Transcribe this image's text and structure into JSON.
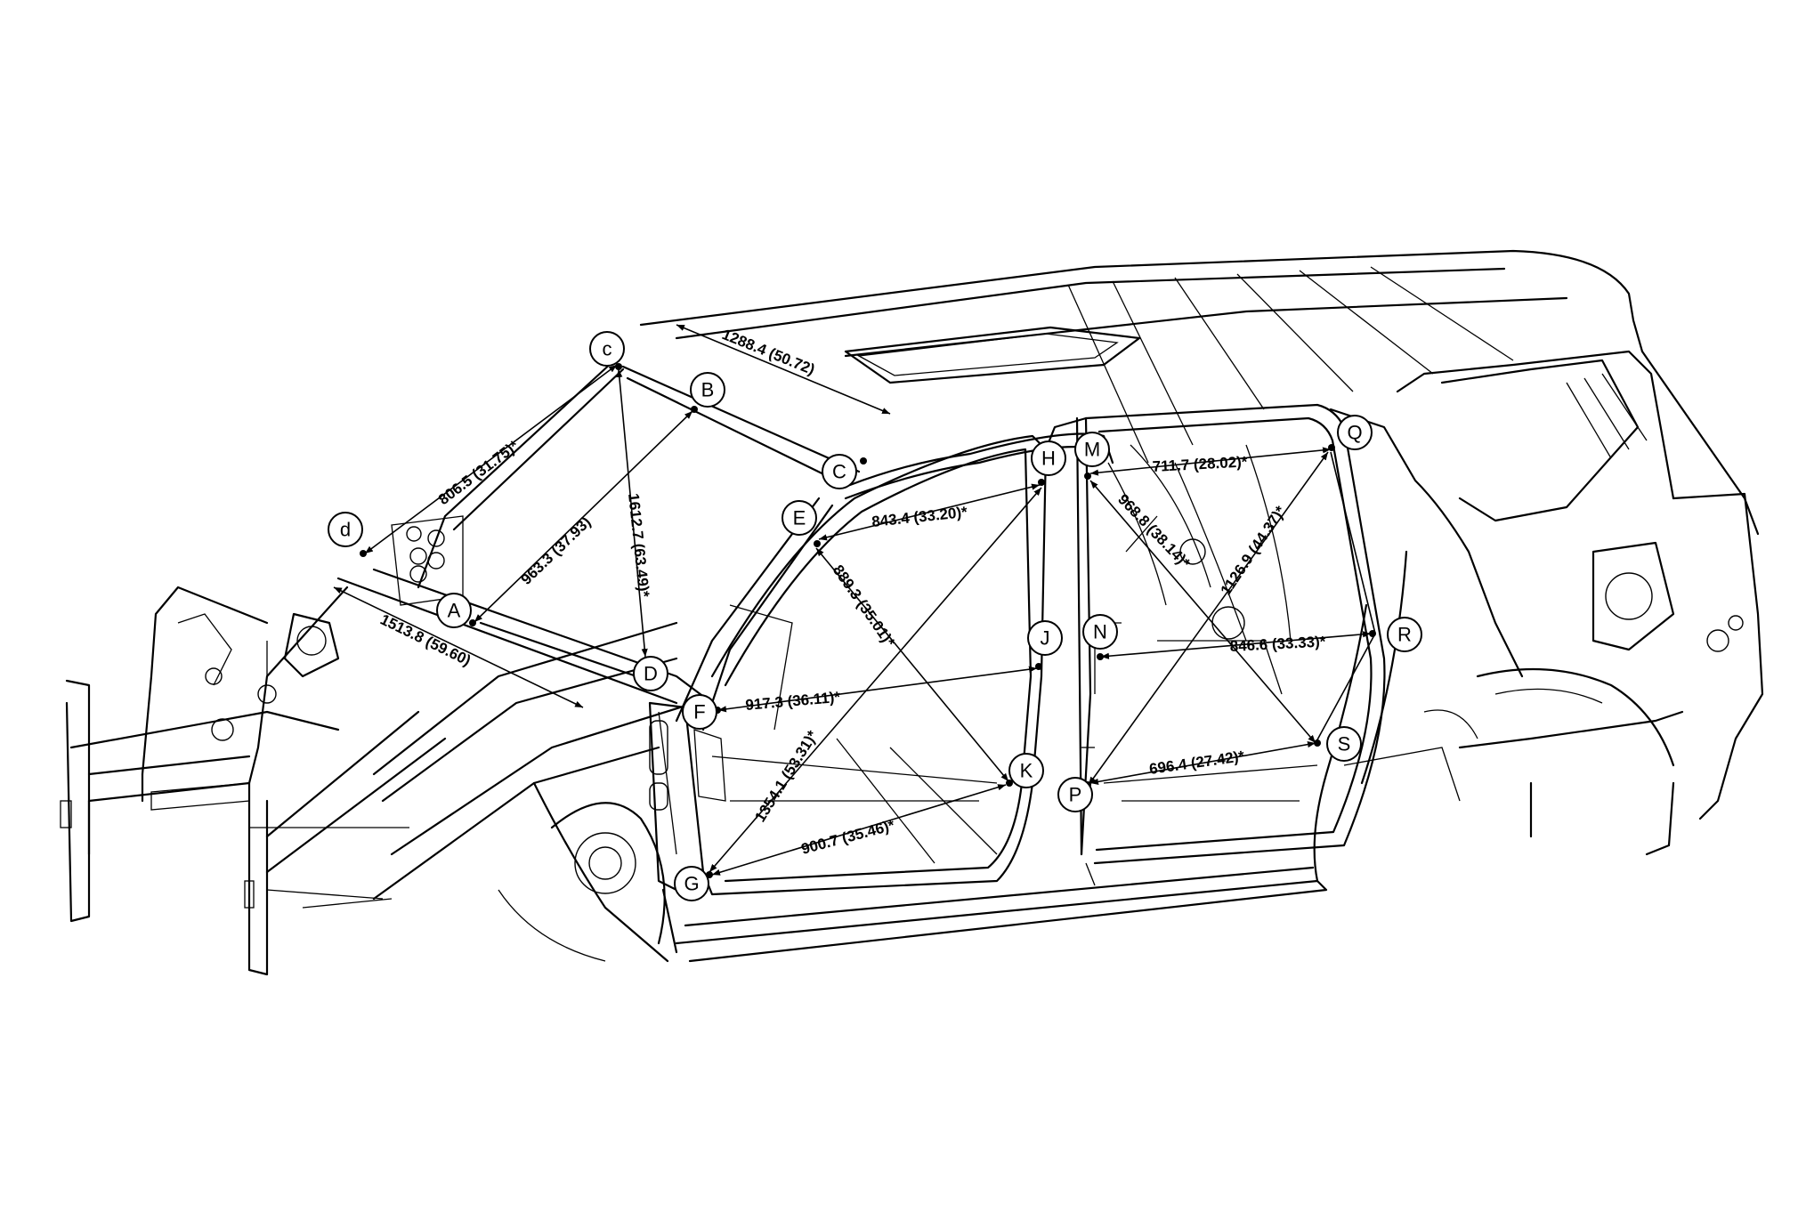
{
  "points": [
    {
      "id": "c_top",
      "label": "c"
    },
    {
      "id": "B",
      "label": "B"
    },
    {
      "id": "C",
      "label": "C"
    },
    {
      "id": "d",
      "label": "d"
    },
    {
      "id": "A",
      "label": "A"
    },
    {
      "id": "D",
      "label": "D"
    },
    {
      "id": "E",
      "label": "E"
    },
    {
      "id": "F",
      "label": "F"
    },
    {
      "id": "G",
      "label": "G"
    },
    {
      "id": "H",
      "label": "H"
    },
    {
      "id": "J",
      "label": "J"
    },
    {
      "id": "K",
      "label": "K"
    },
    {
      "id": "M",
      "label": "M"
    },
    {
      "id": "N",
      "label": "N"
    },
    {
      "id": "P",
      "label": "P"
    },
    {
      "id": "Q",
      "label": "Q"
    },
    {
      "id": "R",
      "label": "R"
    },
    {
      "id": "S",
      "label": "S"
    }
  ],
  "dimensions": [
    {
      "id": "c_C",
      "text": "1288.4 (50.72)"
    },
    {
      "id": "d_c",
      "text": "806.5 (31.75)*"
    },
    {
      "id": "A_B",
      "text": "963.3 (37.93)"
    },
    {
      "id": "c_D",
      "text": "1612.7 (63.49)*"
    },
    {
      "id": "d_D",
      "text": "1513.8 (59.60)"
    },
    {
      "id": "E_H",
      "text": "843.4 (33.20)*"
    },
    {
      "id": "E_K",
      "text": "889.3 (35.01)*"
    },
    {
      "id": "F_J",
      "text": "917.3 (36.11)*"
    },
    {
      "id": "G_H",
      "text": "1354.1 (53.31)*"
    },
    {
      "id": "G_K",
      "text": "900.7 (35.46)*"
    },
    {
      "id": "M_Q",
      "text": "711.7 (28.02)*"
    },
    {
      "id": "M_S",
      "text": "968.8 (38.14)*"
    },
    {
      "id": "P_Q",
      "text": "1126.9 (44.37)*"
    },
    {
      "id": "N_R",
      "text": "846.6 (33.33)*"
    },
    {
      "id": "P_S",
      "text": "696.4 (27.42)*"
    }
  ]
}
